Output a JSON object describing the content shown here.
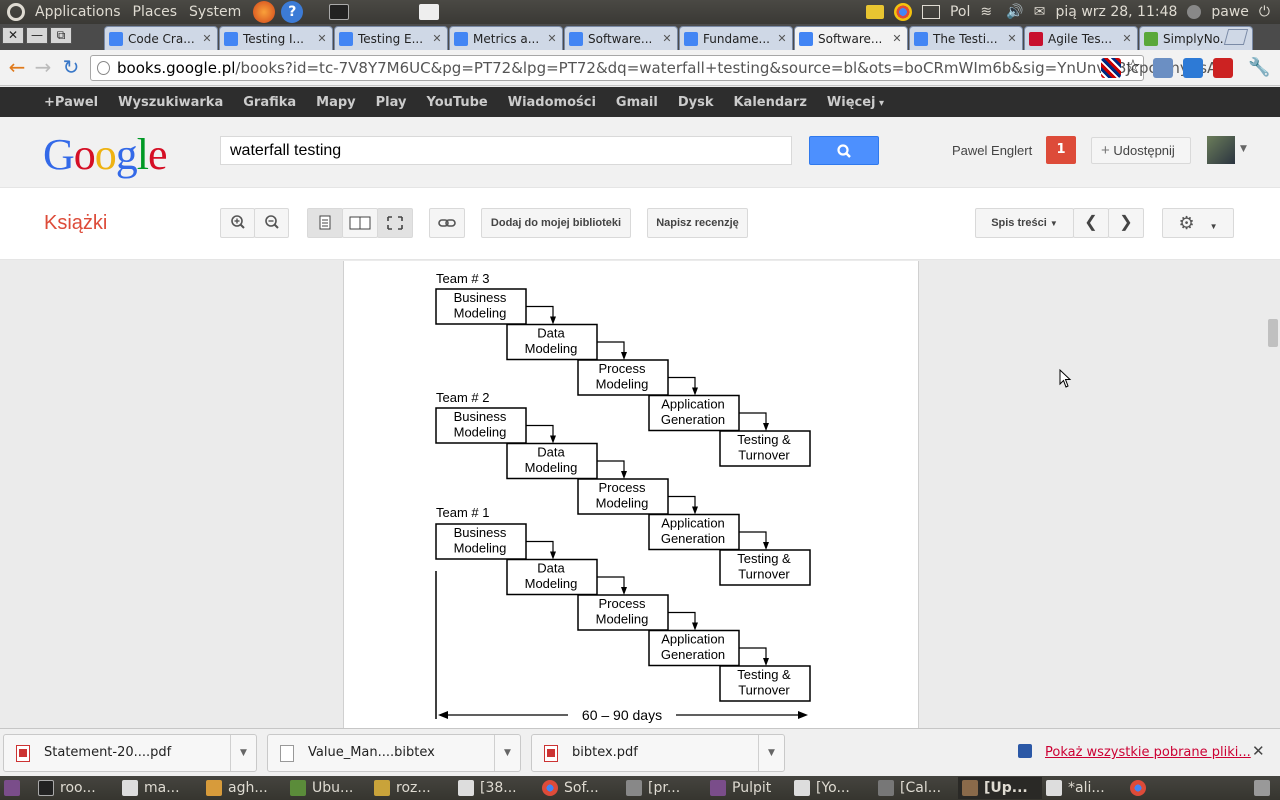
{
  "top_panel": {
    "menus": [
      "Applications",
      "Places",
      "System"
    ],
    "keyboard": "Pol",
    "datetime": "pią wrz 28, 11:48",
    "user": "pawe"
  },
  "tabs": [
    {
      "title": "Code Cra...",
      "favicon": "google-books-icon",
      "color": "#4285f4"
    },
    {
      "title": "Testing I...",
      "favicon": "google-books-icon",
      "color": "#4285f4"
    },
    {
      "title": "Testing E...",
      "favicon": "google-books-icon",
      "color": "#4285f4"
    },
    {
      "title": "Metrics a...",
      "favicon": "google-books-icon",
      "color": "#4285f4"
    },
    {
      "title": "Software...",
      "favicon": "google-books-icon",
      "color": "#4285f4"
    },
    {
      "title": "Fundame...",
      "favicon": "google-books-icon",
      "color": "#4285f4"
    },
    {
      "title": "Software...",
      "favicon": "google-books-icon",
      "color": "#4285f4",
      "active": true
    },
    {
      "title": "The Testi...",
      "favicon": "google-books-icon",
      "color": "#4285f4"
    },
    {
      "title": "Agile Tes...",
      "favicon": "acrobat-icon",
      "color": "#c8102e"
    },
    {
      "title": "SimplyNo...",
      "favicon": "simplynoise-icon",
      "color": "#5aa83a"
    }
  ],
  "omnibox": {
    "host": "books.google.pl",
    "path": "/books?id=tc-7V8Y7M6UC&pg=PT72&lpg=PT72&dq=waterfall+testing&source=bl&ots=boCRmWIm6b&sig=YnUnvD8JcpcJYnyCsAe"
  },
  "gbar": [
    "+Pawel",
    "Wyszukiwarka",
    "Grafika",
    "Mapy",
    "Play",
    "YouTube",
    "Wiadomości",
    "Gmail",
    "Dysk",
    "Kalendarz",
    "Więcej"
  ],
  "header": {
    "logo_letters": [
      "G",
      "o",
      "o",
      "g",
      "l",
      "e"
    ],
    "logo_colors": [
      "#3369e8",
      "#d50f25",
      "#eeb211",
      "#3369e8",
      "#009925",
      "#d50f25"
    ],
    "search_value": "waterfall testing",
    "user_name": "Pawel Englert",
    "notifications": "1",
    "share_label": "Udostępnij"
  },
  "books_bar": {
    "title": "Książki",
    "add_label": "Dodaj do mojej biblioteki",
    "review_label": "Napisz recenzję",
    "toc_label": "Spis treści"
  },
  "diagram": {
    "team3": "Team # 3",
    "team2": "Team # 2",
    "team1": "Team # 1",
    "stages": [
      [
        "Business",
        "Modeling"
      ],
      [
        "Data",
        "Modeling"
      ],
      [
        "Process",
        "Modeling"
      ],
      [
        "Application",
        "Generation"
      ],
      [
        "Testing &",
        "Turnover"
      ]
    ],
    "duration": "60 – 90 days"
  },
  "downloads": {
    "items": [
      "Statement-20....pdf",
      "Value_Man....bibtex",
      "bibtex.pdf"
    ],
    "show_all": "Pokaż wszystkie pobrane pliki..."
  },
  "taskbar": [
    "roo...",
    "ma...",
    "agh...",
    "Ubu...",
    "roz...",
    "[38...",
    "Sof...",
    "[pr...",
    "Pulpit",
    "[Yo...",
    "[Cal...",
    "[Up...",
    "*ali..."
  ]
}
